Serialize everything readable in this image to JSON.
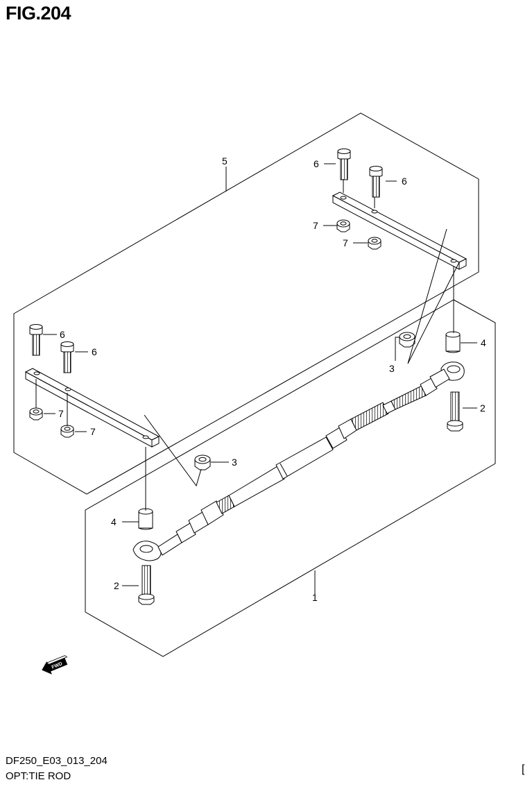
{
  "figure": {
    "title": "FIG.204"
  },
  "footer": {
    "code": "DF250_E03_013_204",
    "name": "OPT:TIE ROD",
    "corner_mark": "["
  },
  "fwd_label": "FWD",
  "callouts": {
    "c1": "1",
    "c2a": "2",
    "c2b": "2",
    "c3a": "3",
    "c3b": "3",
    "c4a": "4",
    "c4b": "4",
    "c5": "5",
    "c6a": "6",
    "c6b": "6",
    "c6c": "6",
    "c6d": "6",
    "c7a": "7",
    "c7b": "7",
    "c7c": "7",
    "c7d": "7"
  }
}
